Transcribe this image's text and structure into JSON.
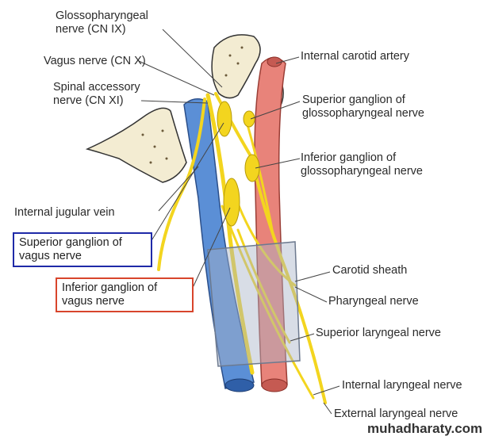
{
  "labels": {
    "glossopharyngeal_nerve": [
      "Glossopharyngeal",
      "nerve (CN IX)"
    ],
    "vagus_nerve": "Vagus nerve (CN X)",
    "spinal_accessory_nerve": [
      "Spinal accessory",
      "nerve (CN XI)"
    ],
    "internal_carotid_artery": "Internal carotid artery",
    "superior_ganglion_glossopharyngeal": [
      "Superior ganglion of",
      "glossopharyngeal nerve"
    ],
    "inferior_ganglion_glossopharyngeal": [
      "Inferior ganglion of",
      "glossopharyngeal nerve"
    ],
    "internal_jugular_vein": "Internal jugular vein",
    "superior_ganglion_vagus": [
      "Superior ganglion of",
      "vagus nerve"
    ],
    "inferior_ganglion_vagus": [
      "Inferior ganglion of",
      "vagus nerve"
    ],
    "carotid_sheath": "Carotid sheath",
    "pharyngeal_nerve": "Pharyngeal nerve",
    "superior_laryngeal_nerve": "Superior laryngeal nerve",
    "internal_laryngeal_nerve": "Internal laryngeal nerve",
    "external_laryngeal_nerve": "External laryngeal nerve"
  },
  "watermark": "muhadharaty.com",
  "colors": {
    "vein": "#5b8fd6",
    "artery": "#e8837a",
    "nerve": "#f3d51f",
    "bone": "#f3ecd2",
    "highlight_blue": "#1f2aa8",
    "highlight_red": "#d8452c"
  }
}
